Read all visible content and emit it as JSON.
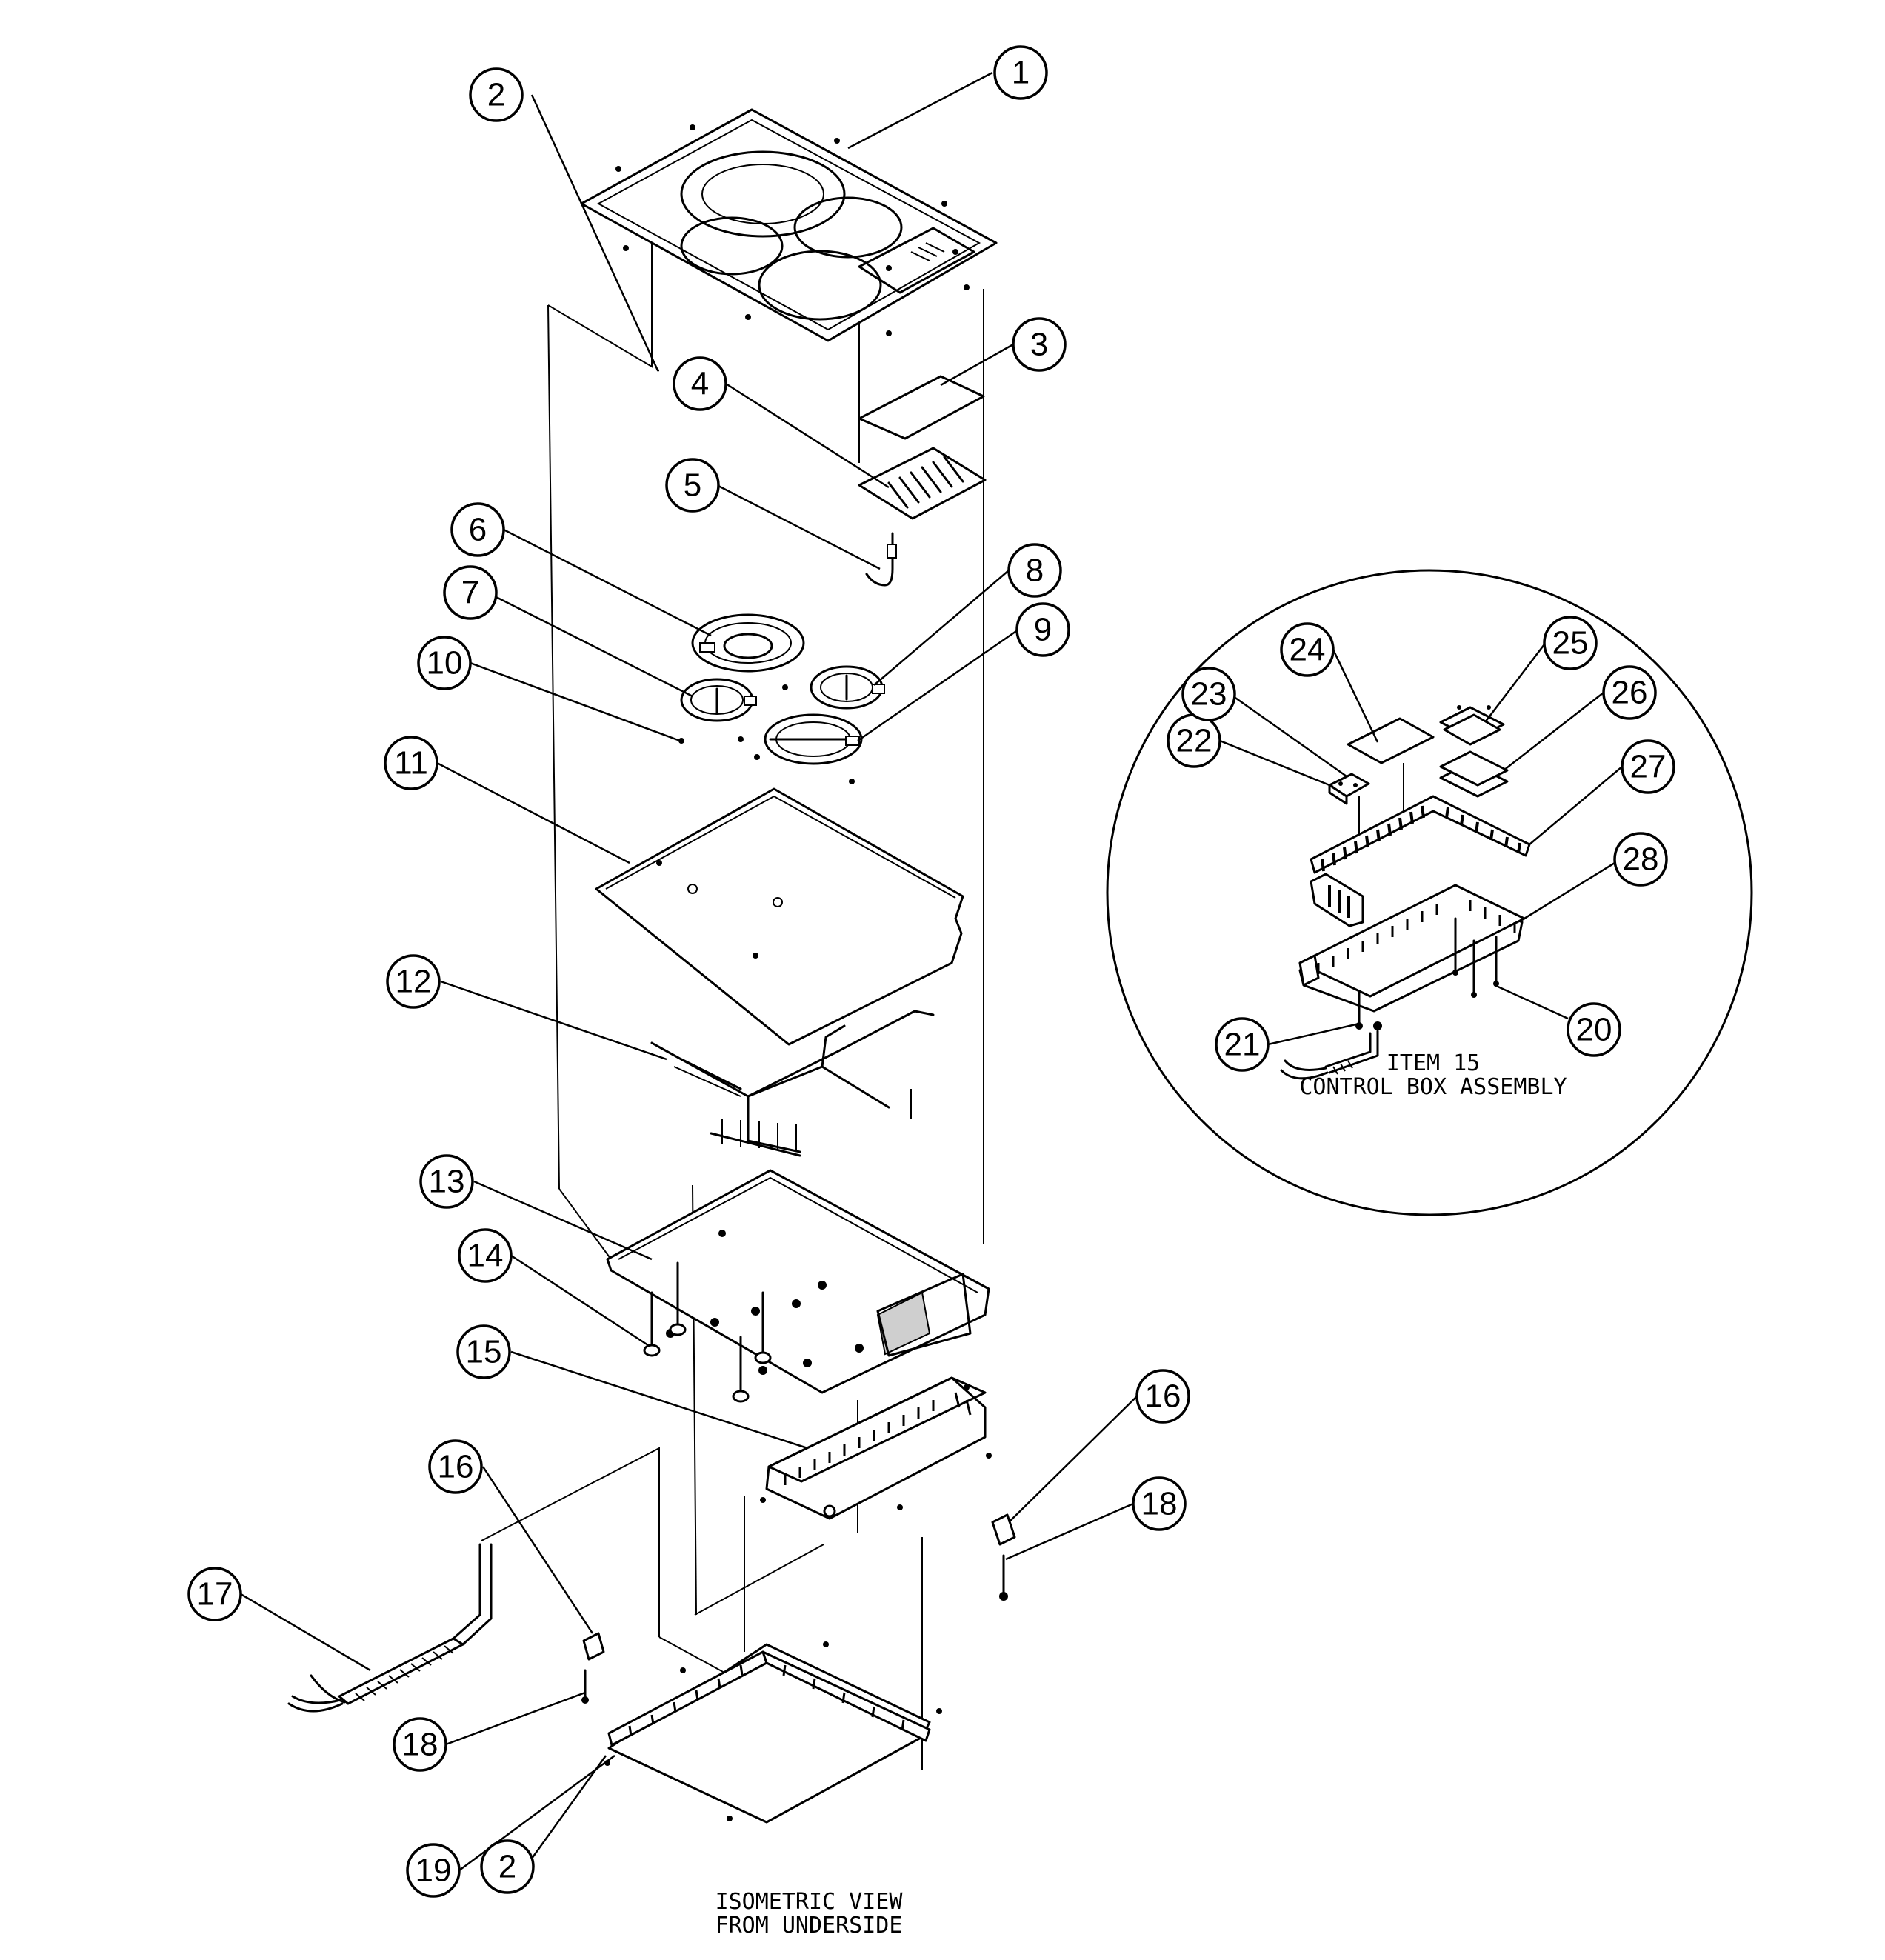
{
  "callouts": [
    {
      "id": "c1",
      "label": "1"
    },
    {
      "id": "c2a",
      "label": "2"
    },
    {
      "id": "c3",
      "label": "3"
    },
    {
      "id": "c4",
      "label": "4"
    },
    {
      "id": "c5",
      "label": "5"
    },
    {
      "id": "c6",
      "label": "6"
    },
    {
      "id": "c7",
      "label": "7"
    },
    {
      "id": "c8",
      "label": "8"
    },
    {
      "id": "c9",
      "label": "9"
    },
    {
      "id": "c10",
      "label": "10"
    },
    {
      "id": "c11",
      "label": "11"
    },
    {
      "id": "c12",
      "label": "12"
    },
    {
      "id": "c13",
      "label": "13"
    },
    {
      "id": "c14",
      "label": "14"
    },
    {
      "id": "c15",
      "label": "15"
    },
    {
      "id": "c16a",
      "label": "16"
    },
    {
      "id": "c16b",
      "label": "16"
    },
    {
      "id": "c17",
      "label": "17"
    },
    {
      "id": "c18a",
      "label": "18"
    },
    {
      "id": "c18b",
      "label": "18"
    },
    {
      "id": "c19",
      "label": "19"
    },
    {
      "id": "c2b",
      "label": "2"
    },
    {
      "id": "c20",
      "label": "20"
    },
    {
      "id": "c21",
      "label": "21"
    },
    {
      "id": "c22",
      "label": "22"
    },
    {
      "id": "c23",
      "label": "23"
    },
    {
      "id": "c24",
      "label": "24"
    },
    {
      "id": "c25",
      "label": "25"
    },
    {
      "id": "c26",
      "label": "26"
    },
    {
      "id": "c27",
      "label": "27"
    },
    {
      "id": "c28",
      "label": "28"
    }
  ],
  "captions": {
    "detail_line1": "ITEM 15",
    "detail_line2": "CONTROL BOX ASSEMBLY",
    "view_line1": "ISOMETRIC VIEW",
    "view_line2": "FROM UNDERSIDE"
  }
}
